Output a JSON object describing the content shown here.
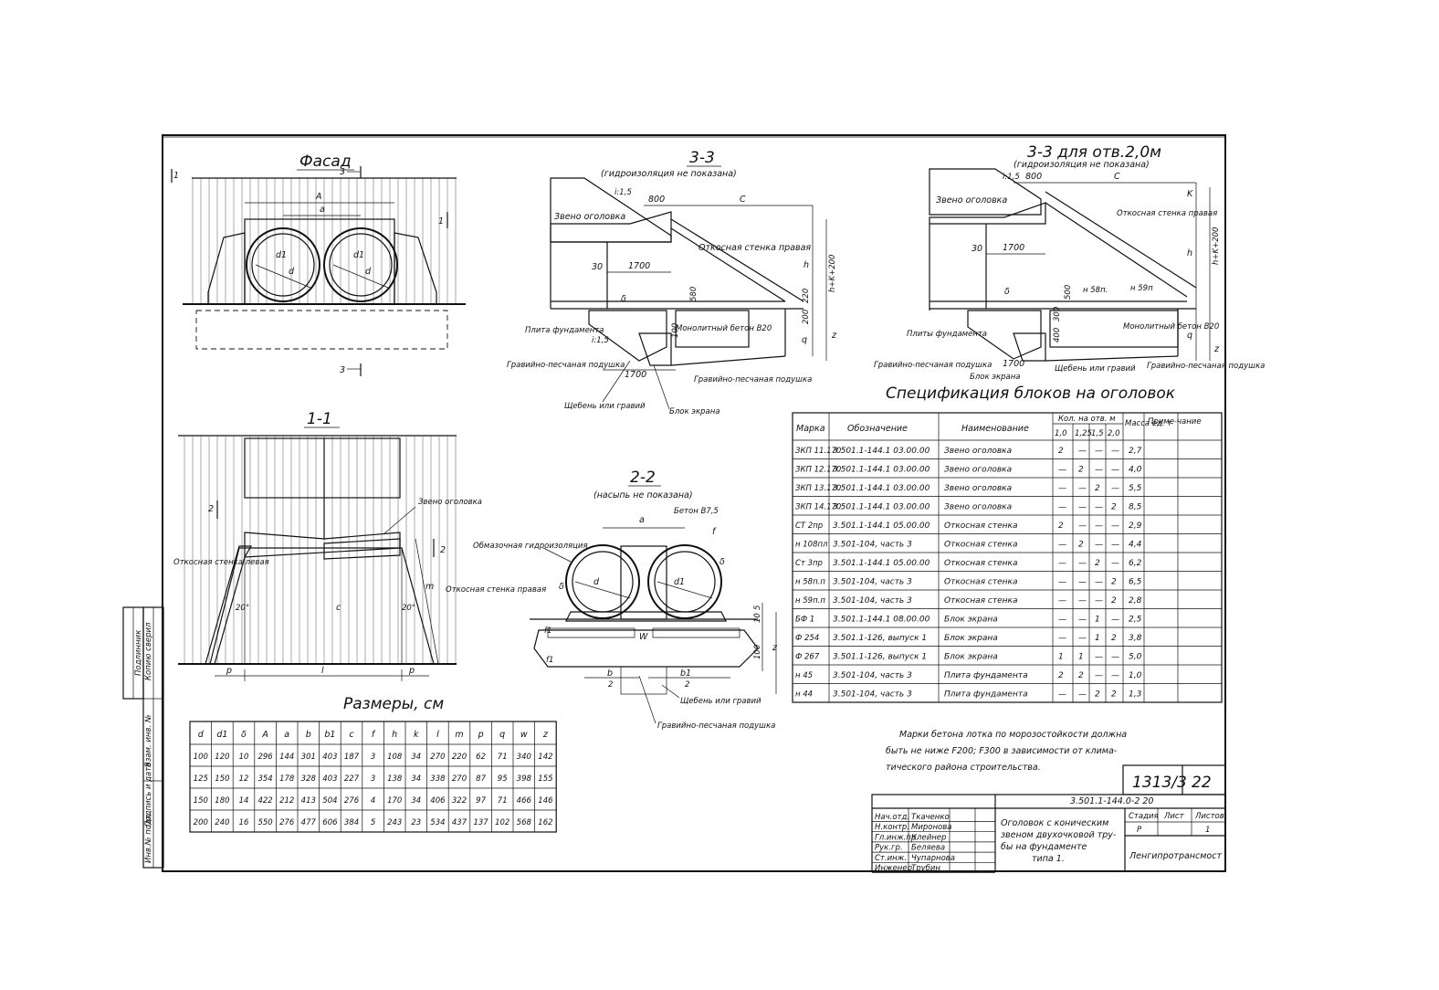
{
  "titles": {
    "facade": "Фасад",
    "section33": "3-3",
    "section33_note": "(гидроизоляция не показана)",
    "section33b": "3-3 для отв.2,0м",
    "section33b_note": "(гидроизоляция не показана)",
    "section11": "1-1",
    "section22": "2-2",
    "section22_note": "(насыпь не показана)",
    "spec": "Спецификация блоков на оголовок",
    "dims": "Размеры, см"
  },
  "cut_marks": {
    "m1": "1",
    "m2": "1",
    "m3a": "3",
    "m3b": "3",
    "m2a": "2",
    "m2b": "2"
  },
  "facade_labels": {
    "A": "A",
    "a": "a",
    "d1a": "d1",
    "da": "d",
    "d1b": "d1",
    "db": "d"
  },
  "s33_labels": {
    "i115": "i:1,5",
    "top": "Звено оголовка",
    "otk": "Откосная стенка правая",
    "dim800": "800",
    "dimC": "C",
    "dim30": "30",
    "dim1700": "1700",
    "dimh": "h",
    "dimh200": "h+K+200",
    "dim580": "580",
    "dim220": "220",
    "dim200": "200",
    "dimq": "q",
    "dimz": "z",
    "dim100": "100",
    "delta": "δ",
    "plita": "Плита фундамента",
    "pod1": "Гравийно-песчаная подушка",
    "pod2": "Гравийно-песчаная подушка",
    "monolit": "Монолитный бетон В20",
    "shch": "Щебень или гравий",
    "blok": "Блок экрана",
    "dim1700b": "1700",
    "i1": "i:1,5"
  },
  "s33b_labels": {
    "i115": "i:1,5",
    "dim800": "800",
    "dimC": "C",
    "top": "Звено оголовка",
    "otk": "Откосная стенка правая",
    "dim30": "30",
    "dim1700": "1700",
    "dimh": "h",
    "dimhk": "h+K+200",
    "dimk": "K",
    "n58": "н 58п.",
    "n59": "н 59п",
    "dim500": "500",
    "dim300": "300",
    "dim400": "400",
    "dimq": "q",
    "dimz": "z",
    "plita": "Плиты фундамента",
    "monolit": "Монолитный бетон В20",
    "pod": "Гравийно-песчаная подушка",
    "blok": "Блок экрана",
    "shch": "Щебень или гравий",
    "pod2": "Гравийно-песчаная подушка",
    "dim1700b": "1700",
    "delta": "δ"
  },
  "s11_labels": {
    "zveno": "Звено оголовка",
    "otk_l": "Откосная стенка левая",
    "otk_p": "Откосная стенка правая",
    "a20a": "20°",
    "a20b": "20°",
    "c": "c",
    "m": "m",
    "p1": "p",
    "l": "l",
    "p2": "p"
  },
  "s22_labels": {
    "beton": "Бетон В7,5",
    "obm": "Обмазочная гидроизоляция",
    "a": "a",
    "d": "d",
    "d1": "d1",
    "delta1": "δ",
    "delta2": "δ",
    "f": "f",
    "dim5": "5",
    "dim10": "10",
    "dim100": "100",
    "z": "z",
    "w": "W",
    "b": "b",
    "b2": "2",
    "b1": "b1",
    "b12": "2",
    "shch": "Щебень или гравий",
    "grav": "Гравийно-песчаная подушка",
    "f1": "f1",
    "f2": "f1"
  },
  "spec": {
    "headers": [
      "Марка",
      "Обозначение",
      "Наименование",
      "Кол. на отв. м",
      "Масса ед. т",
      "Приме-чание"
    ],
    "sub_headers": [
      "1,0",
      "1,25",
      "1,5",
      "2,0"
    ],
    "rows": [
      [
        "ЗКП 11.170",
        "3.501.1-144.1 03.00.00",
        "Звено оголовка",
        "2",
        "—",
        "—",
        "—",
        "2,7",
        ""
      ],
      [
        "ЗКП 12.170",
        "3.501.1-144.1 03.00.00",
        "Звено оголовка",
        "—",
        "2",
        "—",
        "—",
        "4,0",
        ""
      ],
      [
        "ЗКП 13.170",
        "3.501.1-144.1 03.00.00",
        "Звено оголовка",
        "—",
        "—",
        "2",
        "—",
        "5,5",
        ""
      ],
      [
        "ЗКП 14.170",
        "3.501.1-144.1 03.00.00",
        "Звено оголовка",
        "—",
        "—",
        "—",
        "2",
        "8,5",
        ""
      ],
      [
        "СТ 2пр",
        "3.501.1-144.1 05.00.00",
        "Откосная стенка",
        "2",
        "—",
        "—",
        "—",
        "2,9",
        ""
      ],
      [
        "н 108пл",
        "3.501-104, часть 3",
        "Откосная стенка",
        "—",
        "2",
        "—",
        "—",
        "4,4",
        ""
      ],
      [
        "Ст 3пр",
        "3.501.1-144.1 05.00.00",
        "Откосная стенка",
        "—",
        "—",
        "2",
        "—",
        "6,2",
        ""
      ],
      [
        "н 58п.п",
        "3.501-104, часть 3",
        "Откосная стенка",
        "—",
        "—",
        "—",
        "2",
        "6,5",
        ""
      ],
      [
        "н 59п.п",
        "3.501-104, часть 3",
        "Откосная стенка",
        "—",
        "—",
        "—",
        "2",
        "2,8",
        ""
      ],
      [
        "БФ 1",
        "3.501.1-144.1 08.00.00",
        "Блок экрана",
        "—",
        "—",
        "1",
        "—",
        "2,5",
        ""
      ],
      [
        "Ф 254",
        "3.501.1-126, выпуск 1",
        "Блок экрана",
        "—",
        "—",
        "1",
        "2",
        "3,8",
        ""
      ],
      [
        "Ф 267",
        "3.501.1-126, выпуск 1",
        "Блок экрана",
        "1",
        "1",
        "—",
        "—",
        "5,0",
        ""
      ],
      [
        "н 45",
        "3.501-104, часть 3",
        "Плита фундамента",
        "2",
        "2",
        "—",
        "—",
        "1,0",
        ""
      ],
      [
        "н 44",
        "3.501-104, часть 3",
        "Плита фундамента",
        "—",
        "—",
        "2",
        "2",
        "1,3",
        ""
      ]
    ]
  },
  "dims_table": {
    "headers": [
      "d",
      "d1",
      "δ",
      "A",
      "a",
      "b",
      "b1",
      "c",
      "f",
      "h",
      "k",
      "l",
      "m",
      "p",
      "q",
      "w",
      "z"
    ],
    "rows": [
      [
        "100",
        "120",
        "10",
        "296",
        "144",
        "301",
        "403",
        "187",
        "3",
        "108",
        "34",
        "270",
        "220",
        "62",
        "71",
        "340",
        "142"
      ],
      [
        "125",
        "150",
        "12",
        "354",
        "178",
        "328",
        "403",
        "227",
        "3",
        "138",
        "34",
        "338",
        "270",
        "87",
        "95",
        "398",
        "155"
      ],
      [
        "150",
        "180",
        "14",
        "422",
        "212",
        "413",
        "504",
        "276",
        "4",
        "170",
        "34",
        "406",
        "322",
        "97",
        "71",
        "466",
        "146"
      ],
      [
        "200",
        "240",
        "16",
        "550",
        "276",
        "477",
        "606",
        "384",
        "5",
        "243",
        "23",
        "534",
        "437",
        "137",
        "102",
        "568",
        "162"
      ]
    ]
  },
  "note": [
    "Марки бетона лотка по морозостойкости должна",
    "быть не ниже F200; F300 в зависимости от клима-",
    "тического района строительства."
  ],
  "sheet_mark": {
    "album": "1313/3",
    "sheet": "22"
  },
  "title_block": {
    "code": "3.501.1-144.0-2 20",
    "title_lines": [
      "Оголовок с коническим",
      "звеном двухочковой тру-",
      "бы на фундаменте",
      "типа 1."
    ],
    "stage_hdr": "Стадия",
    "sheet_hdr": "Лист",
    "sheets_hdr": "Листов",
    "stage": "Р",
    "sheet": "",
    "sheets": "1",
    "org": "Ленгипротрансмост",
    "people": [
      [
        "Нач.отд.",
        "Ткаченко"
      ],
      [
        "Н.контр.",
        "Миронова"
      ],
      [
        "Гл.инж.пр.",
        "Клейнер"
      ],
      [
        "Рук.гр.",
        "Беляева"
      ],
      [
        "Ст.инж.",
        "Чупарнова"
      ],
      [
        "Инженер",
        "Трубин"
      ]
    ]
  },
  "side_stamp": {
    "top": [
      "Подлинник",
      "Копию сверил"
    ],
    "lines": [
      "Инв.№ подл.",
      "Подпись и дата",
      "Взам. инв. №"
    ]
  }
}
